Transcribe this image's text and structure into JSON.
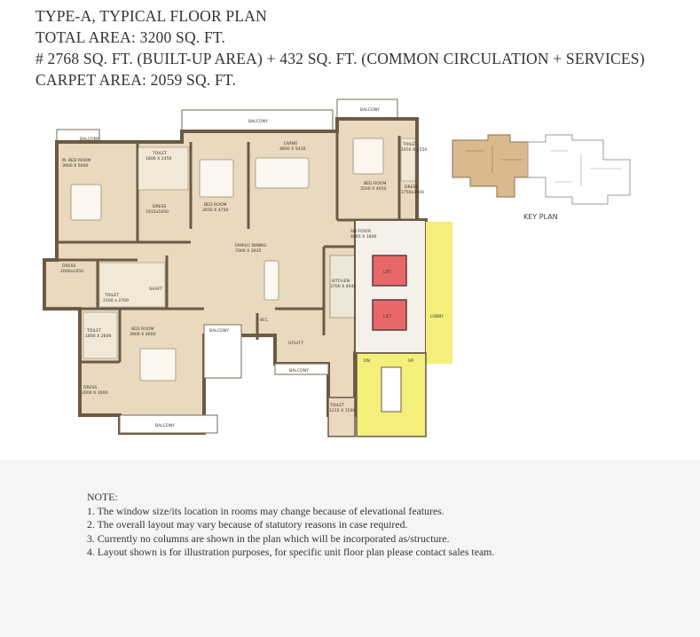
{
  "header": {
    "title": "TYPE-A, TYPICAL FLOOR PLAN",
    "total_area": "TOTAL AREA: 3200 SQ. FT.",
    "breakdown": "# 2768 SQ. FT. (BUILT-UP AREA) + 432 SQ. FT. (COMMON CIRCULATION + SERVICES)",
    "carpet_area": "CARPET AREA: 2059 SQ. FT."
  },
  "plan": {
    "rooms": {
      "balcony_top": "BALCONY",
      "balcony_top_right": "BALCONY",
      "balcony_left": "BALCONY",
      "balcony_mid": "BALCONY",
      "balcony_lower": "BALCONY",
      "balcony_bottom": "BALCONY",
      "m_bedroom": "M. BED ROOM",
      "m_bedroom_size": "3900 X 5000",
      "toilet_1": "TOILET",
      "toilet_1_size": "1800 X 2450",
      "dress_1": "DRESS",
      "dress_1_size": "1915x1650",
      "bedroom_2": "BED ROOM",
      "bedroom_2_size": "3650 X 4750",
      "living": "LIVING",
      "living_size": "4800 X 5410",
      "bedroom_3": "BED ROOM",
      "bedroom_3_size": "3500 X 4950",
      "toilet_3": "TOILET",
      "toilet_3_size": "1650 X 2550",
      "dress_3": "DRESS",
      "dress_3_size": "1750x1800",
      "family_dining": "FAMILY/ DINING",
      "family_dining_size": "7000 X 3935",
      "sm_foyer": "SM FOYER",
      "sm_foyer_size": "4065 X 1800",
      "dress_2": "DRESS",
      "dress_2_size": "2000x1650",
      "toilet_2": "TOILET",
      "toilet_2_size": "2100 x 2700",
      "shaft": "SHAFT",
      "kitchen": "KITCHEN",
      "kitchen_size": "3700 X 4040",
      "toilet_4": "TOILET",
      "toilet_4_size": "1800 X 2600",
      "bedroom_4": "BED ROOM",
      "bedroom_4_size": "3900 X 4600",
      "dress_4": "DRESS",
      "dress_4_size": "2000 X 2000",
      "wc": "W.C.",
      "utility": "UTILITY",
      "toilet_5": "TOILET",
      "toilet_5_size": "1215 X 1500",
      "lift_1": "LIFT",
      "lift_2": "LIFT",
      "lobby": "LOBBY",
      "dn": "DN",
      "up": "UP"
    }
  },
  "key_plan": {
    "label": "KEY PLAN"
  },
  "notes": {
    "title": "NOTE:",
    "items": [
      "1. The window size/its location in rooms may change because of elevational features.",
      "2. The overall layout may vary because of statutory reasons in case required.",
      "3. Currently no columns are shown in the plan which will be incorporated as/structure.",
      "4. Layout shown is for illustration purposes, for specific unit floor plan please contact sales team."
    ]
  },
  "colors": {
    "floor": "#e9d9bf",
    "wall": "#6b5a44",
    "lift": "#e8686a",
    "lobby": "#f3ef7a",
    "service": "#f4f1ea",
    "keyplan_unit": "#d9b98e"
  }
}
